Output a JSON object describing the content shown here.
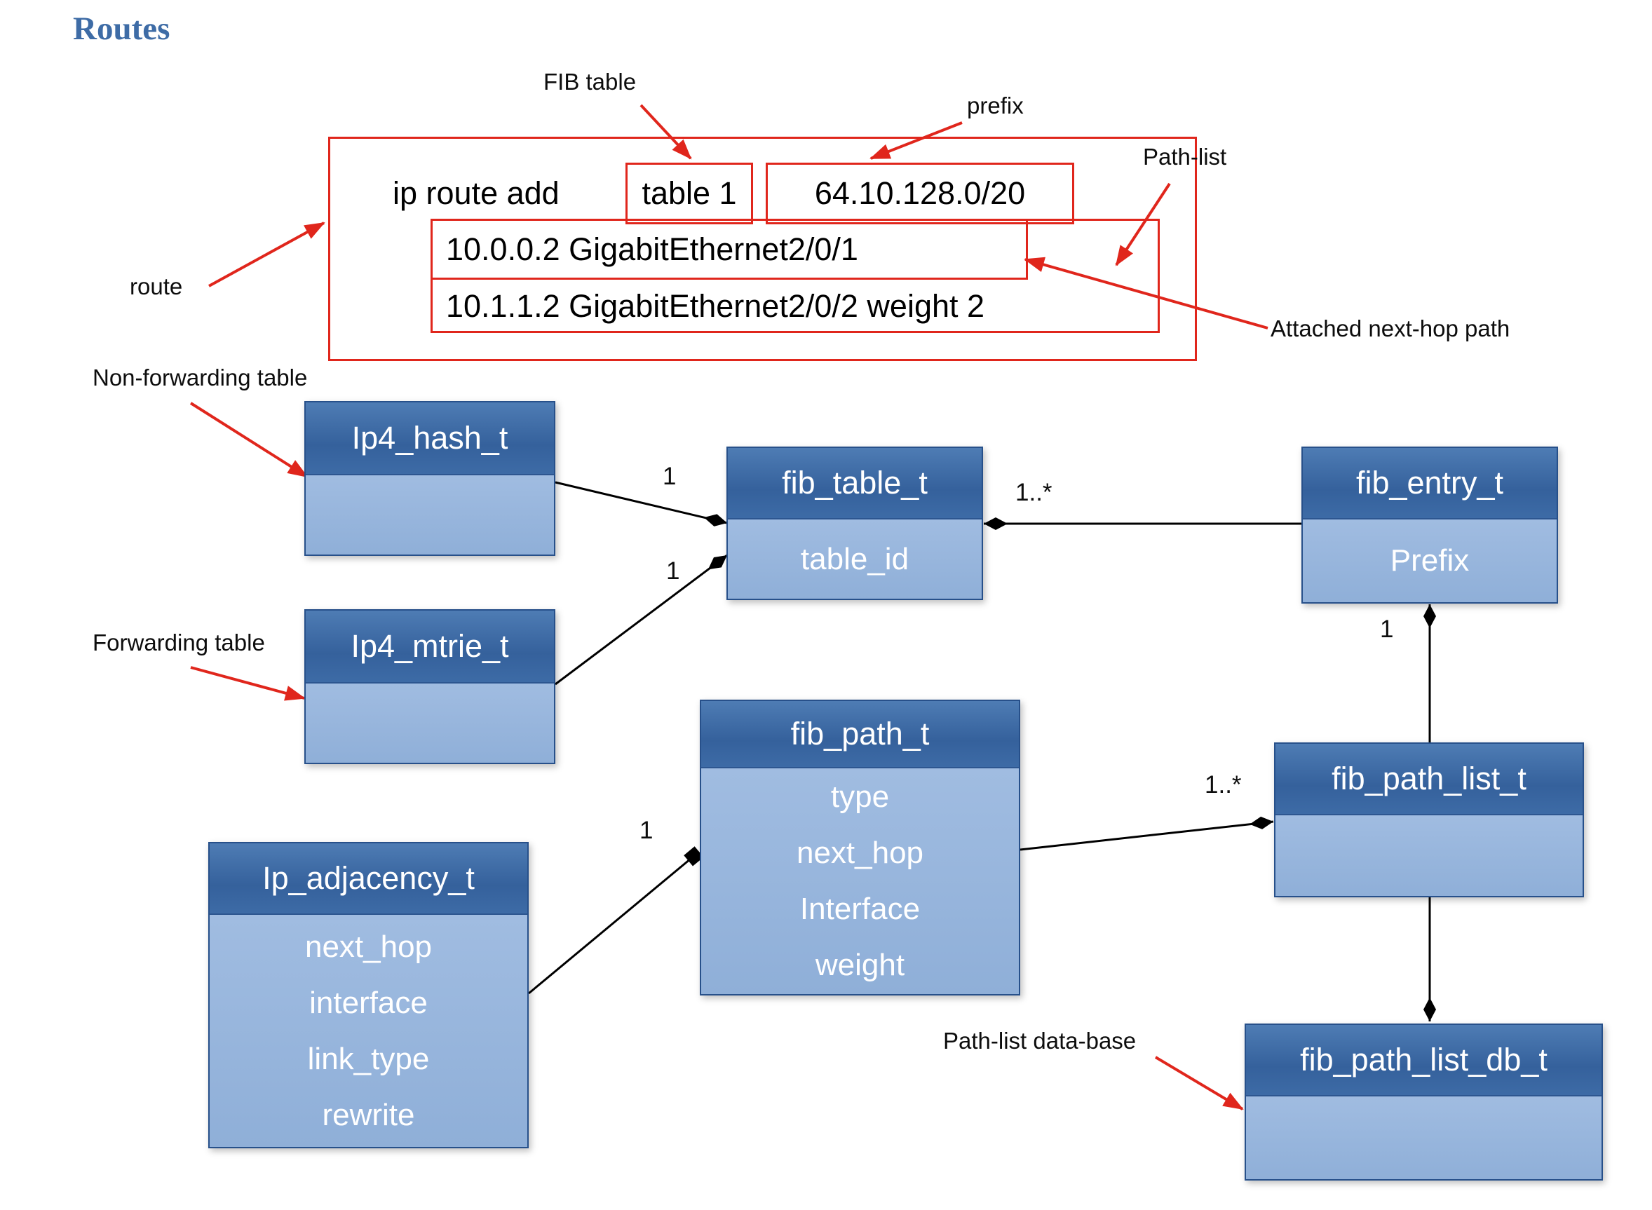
{
  "page": {
    "title": "Routes"
  },
  "colors": {
    "accent_red": "#e0261c",
    "class_header_blue": "#35619c",
    "class_body_blue": "#8fafd8",
    "title_blue": "#3e6ca6"
  },
  "route_example": {
    "command": "ip route add",
    "fib_table_value": "table 1",
    "prefix_value": "64.10.128.0/20",
    "path_1": "10.0.0.2 GigabitEthernet2/0/1",
    "path_2": "10.1.1.2 GigabitEthernet2/0/2 weight 2"
  },
  "annotations": {
    "fib_table": "FIB table",
    "prefix": "prefix",
    "path_list": "Path-list",
    "route": "route",
    "attached_next_hop": "Attached next-hop path",
    "non_forwarding_table": "Non-forwarding table",
    "forwarding_table": "Forwarding table",
    "path_list_db": "Path-list data-base"
  },
  "classes": {
    "ip4_hash": {
      "title": "Ip4_hash_t"
    },
    "ip4_mtrie": {
      "title": "Ip4_mtrie_t"
    },
    "fib_table": {
      "title": "fib_table_t",
      "attrs": [
        "table_id"
      ]
    },
    "fib_entry": {
      "title": "fib_entry_t",
      "attrs": [
        "Prefix"
      ]
    },
    "fib_path": {
      "title": "fib_path_t",
      "attrs": [
        "type",
        "next_hop",
        "Interface",
        "weight"
      ]
    },
    "ip_adjacency": {
      "title": "Ip_adjacency_t",
      "attrs": [
        "next_hop",
        "interface",
        "link_type",
        "rewrite"
      ]
    },
    "fib_path_list": {
      "title": "fib_path_list_t"
    },
    "fib_path_list_db": {
      "title": "fib_path_list_db_t"
    }
  },
  "multiplicities": {
    "hash_to_table": "1",
    "mtrie_to_table": "1",
    "table_to_entry": "1..*",
    "entry_to_path_list": "1",
    "path_to_path_list": "1..*",
    "adjacency_to_path": "1"
  }
}
